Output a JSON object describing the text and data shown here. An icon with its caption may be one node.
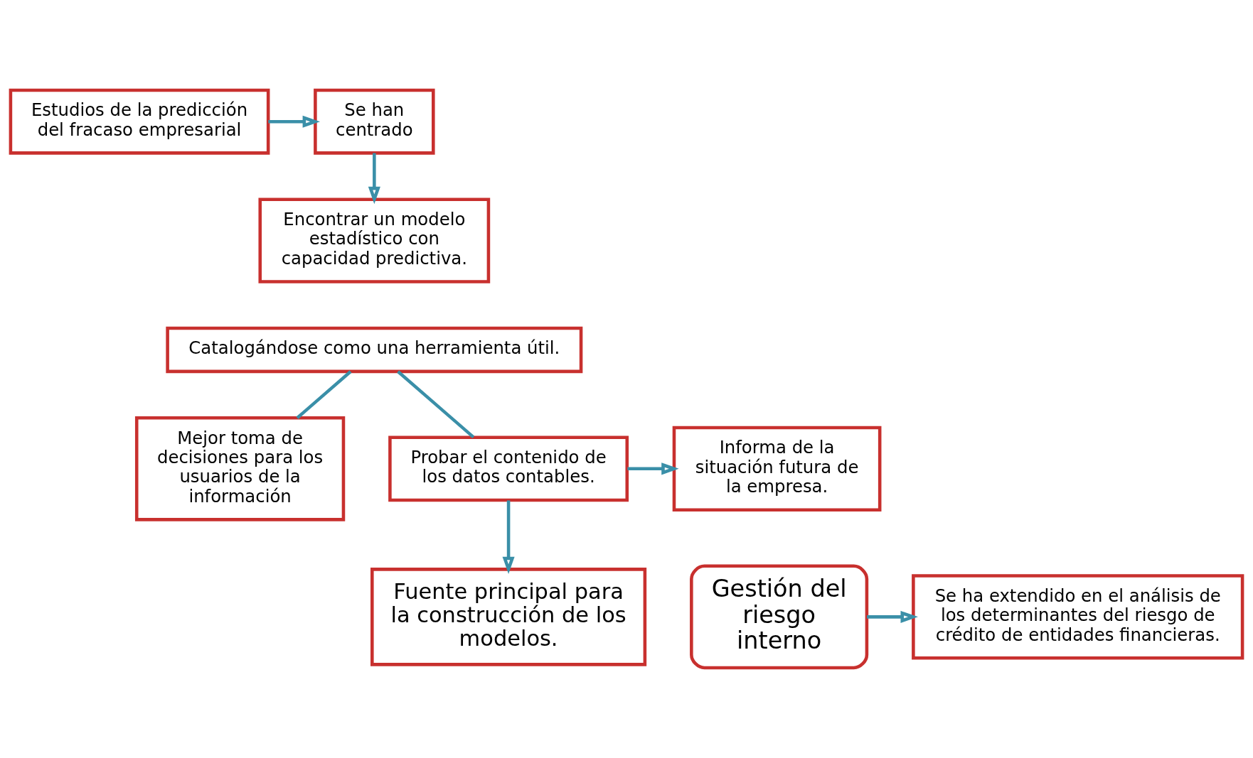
{
  "diagram": {
    "nodes": [
      {
        "text": [
          "Estudios de la predicción del fracaso empresarial"
        ]
      },
      {
        "text": [
          "Se han centrado"
        ]
      },
      {
        "text": [
          "Encontrar un modelo estadístico con capacidad predictiva."
        ]
      },
      {
        "text": [
          "Catalogándose como una herramienta útil."
        ]
      },
      {
        "text": [
          "Mejor toma de decisiones para los usuarios de la información"
        ]
      },
      {
        "text": [
          "Probar el contenido de los datos contables."
        ]
      },
      {
        "text": [
          "Informa de la situación futura de la empresa."
        ]
      },
      {
        "text": [
          "Gestión del riesgo interno"
        ]
      },
      {
        "text": [
          "Se ha extendido en el análisis de los determinantes del riesgo de crédito de entidades financieras."
        ]
      },
      {
        "text": [
          "Fuente principal para la construcción de los modelos."
        ]
      }
    ],
    "edges": [
      {
        "from": 0,
        "to": 1,
        "arrow": "to"
      },
      {
        "from": 1,
        "to": 2,
        "arrow": "to"
      },
      {
        "from": 3,
        "to": 4,
        "arrow": "none"
      },
      {
        "from": 3,
        "to": 5,
        "arrow": "none"
      },
      {
        "from": 5,
        "to": 6,
        "arrow": "to"
      },
      {
        "from": 5,
        "to": 9,
        "arrow": "to"
      },
      {
        "from": 7,
        "to": 8,
        "arrow": "to"
      }
    ]
  }
}
